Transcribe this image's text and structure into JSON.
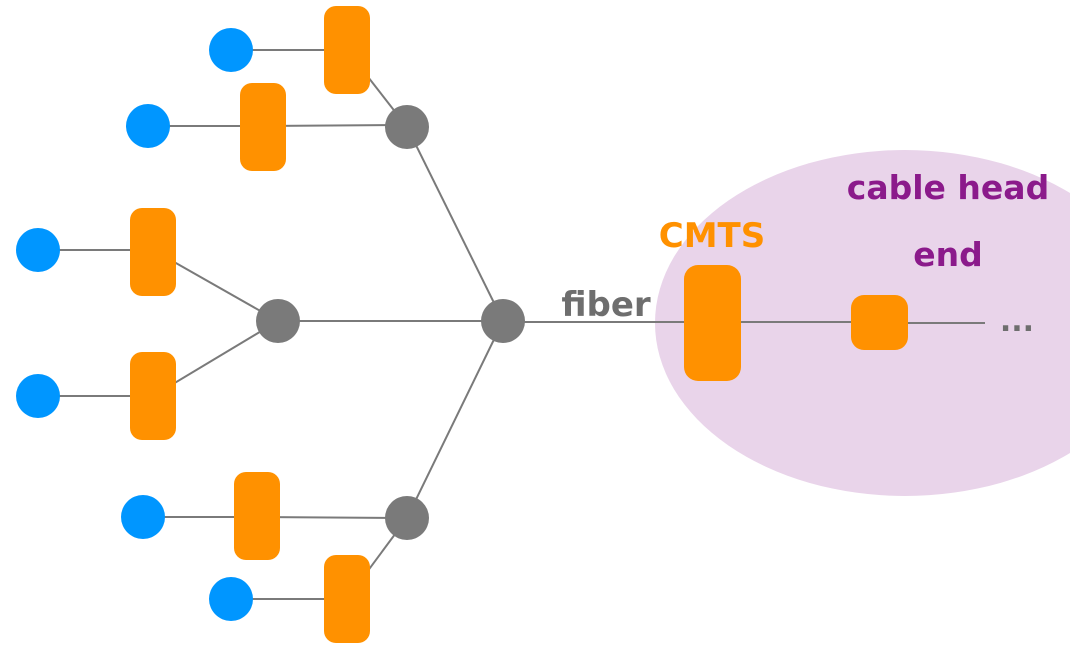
{
  "labels": {
    "cmts": "CMTS",
    "fiber": "fiber",
    "headend_line1": "cable head",
    "headend_line2": "end",
    "ellipsis": "..."
  },
  "colors": {
    "home": "#0096ff",
    "modem": "#ff9100",
    "splitter": "#7a7a7a",
    "line": "#7a7a7a",
    "headend_region": "#e9d4ea",
    "cmts_text": "#ff9100",
    "headend_text": "#8b1a8b",
    "fiber_text": "#6e6e6e"
  }
}
